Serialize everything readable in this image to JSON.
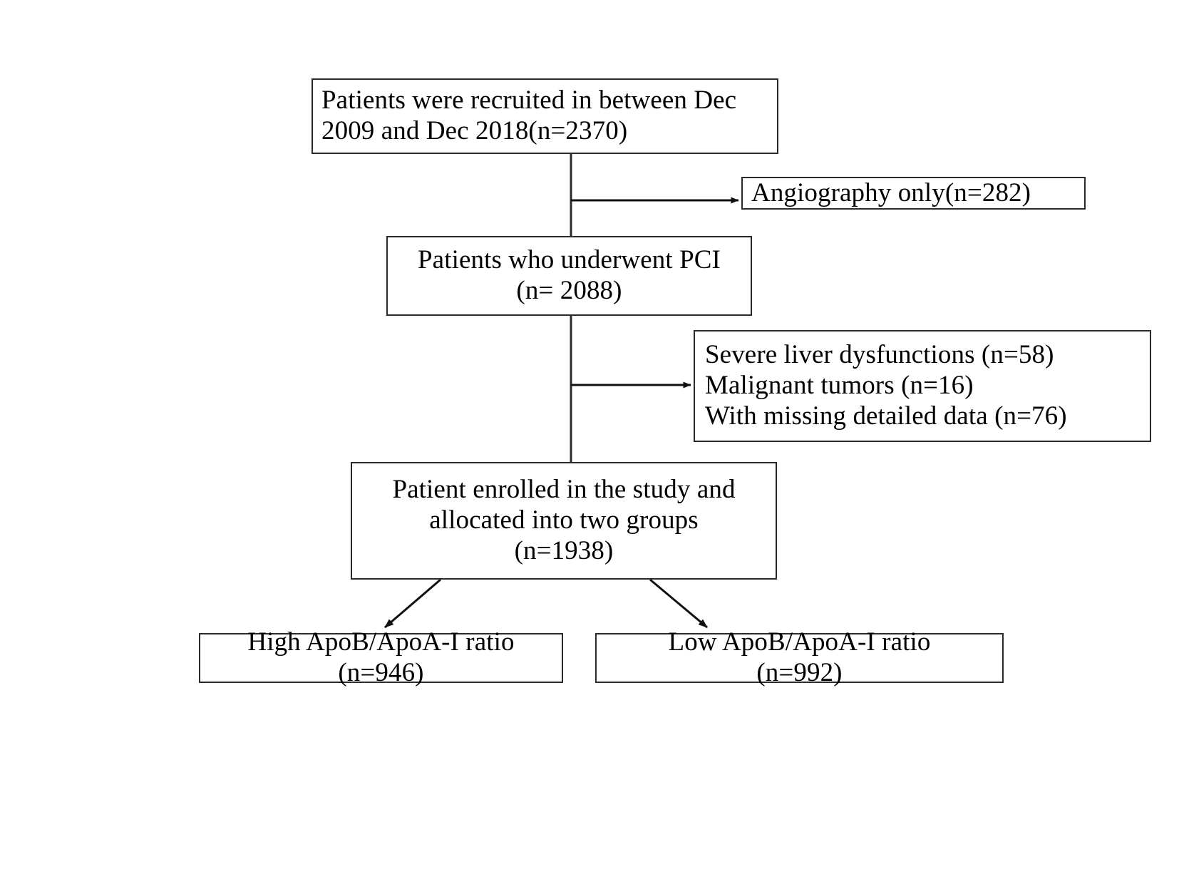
{
  "diagram": {
    "title": "Patient enrollment flow chart",
    "type": "flowchart",
    "stroke_color": "#2b2b2b",
    "text_color": "#000000",
    "background_color": "#ffffff",
    "nodes": {
      "recruited": {
        "lines": [
          "Patients were recruited in between Dec",
          "2009 and Dec 2018(n=2370)"
        ],
        "count": 2370,
        "align": "left"
      },
      "angiography": {
        "lines": [
          "Angiography only(n=282)"
        ],
        "count": 282,
        "align": "left"
      },
      "pci": {
        "lines": [
          "Patients who underwent PCI",
          "(n= 2088)"
        ],
        "count": 2088,
        "align": "center"
      },
      "exclusions": {
        "lines": [
          "Severe liver dysfunctions (n=58)",
          "Malignant tumors (n=16)",
          "With missing detailed data (n=76)"
        ],
        "counts": [
          58,
          16,
          76
        ],
        "align": "left"
      },
      "enrolled": {
        "lines": [
          "Patient enrolled in the study and",
          "allocated into two groups",
          "(n=1938)"
        ],
        "count": 1938,
        "align": "center"
      },
      "high_group": {
        "lines": [
          "High ApoB/ApoA-I ratio",
          "(n=946)"
        ],
        "count": 946,
        "align": "center"
      },
      "low_group": {
        "lines": [
          "Low ApoB/ApoA-I ratio",
          "(n=992)"
        ],
        "count": 992,
        "align": "center"
      }
    },
    "edges": [
      {
        "name": "recruited-to-pci",
        "kind": "vertical-trunk"
      },
      {
        "name": "recruited-to-angiography",
        "kind": "horizontal-arrow"
      },
      {
        "name": "pci-to-enrolled",
        "kind": "vertical-trunk"
      },
      {
        "name": "pci-to-exclusions",
        "kind": "horizontal-arrow"
      },
      {
        "name": "enrolled-to-high",
        "kind": "diagonal-arrow"
      },
      {
        "name": "enrolled-to-low",
        "kind": "diagonal-arrow"
      }
    ]
  }
}
